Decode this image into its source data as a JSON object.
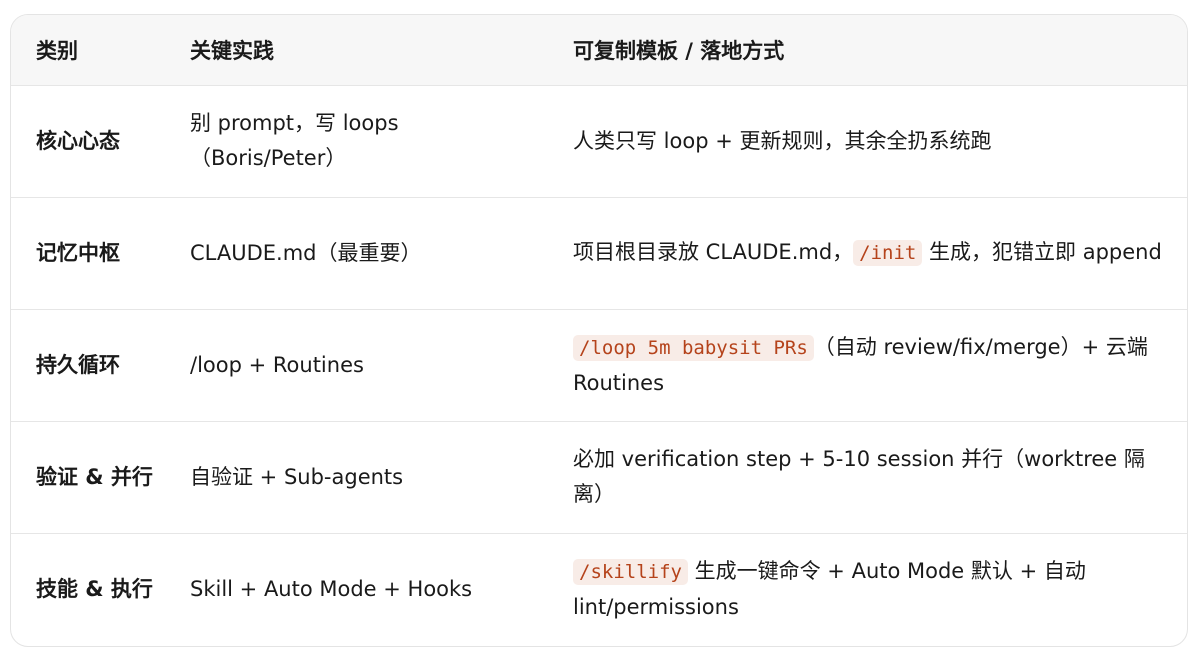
{
  "headers": [
    "类别",
    "关键实践",
    "可复制模板 / 落地方式"
  ],
  "rows": [
    {
      "category": "核心心态",
      "practice": "别 prompt，写 loops（Boris/Peter）",
      "template": {
        "before": "人类只写 loop + 更新规则，其余全扔系统跑",
        "code": "",
        "after": ""
      }
    },
    {
      "category": "记忆中枢",
      "practice": "CLAUDE.md（最重要）",
      "template": {
        "before": "项目根目录放 CLAUDE.md，",
        "code": "/init",
        "after": " 生成，犯错立即 append"
      }
    },
    {
      "category": "持久循环",
      "practice": "/loop + Routines",
      "template": {
        "before": "",
        "code": "/loop 5m babysit PRs",
        "after": "（自动 review/fix/merge）+ 云端 Routines"
      }
    },
    {
      "category": "验证 & 并行",
      "practice": "自验证 + Sub-agents",
      "template": {
        "before": "必加 verification step + 5-10 session 并行（worktree 隔离）",
        "code": "",
        "after": ""
      }
    },
    {
      "category": "技能 & 执行",
      "practice": "Skill + Auto Mode + Hooks",
      "template": {
        "before": "",
        "code": "/skillify",
        "after": " 生成一键命令 + Auto Mode 默认 + 自动 lint/permissions"
      }
    }
  ]
}
